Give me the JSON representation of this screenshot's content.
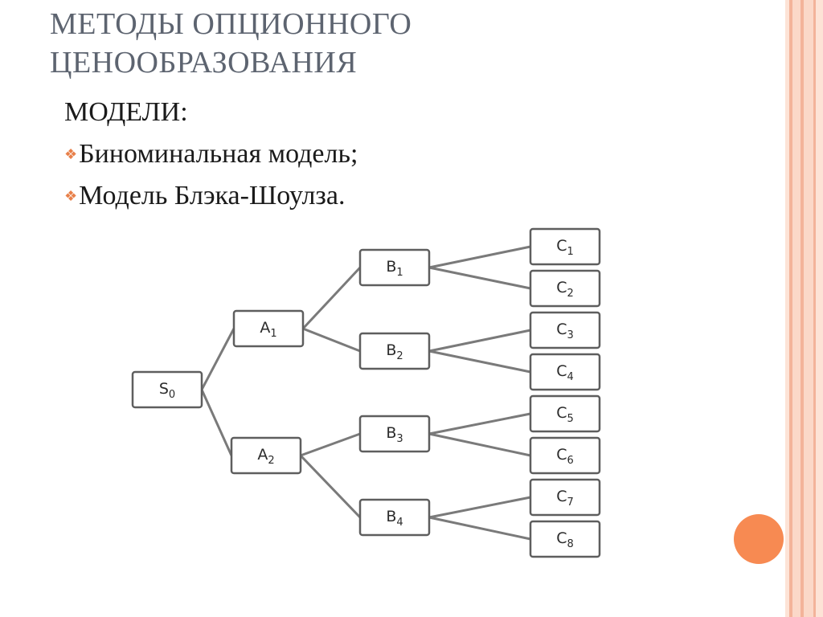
{
  "slide": {
    "title_lines": [
      "МЕТОДЫ ОПЦИОННОГО",
      "ЦЕНООБРАЗОВАНИЯ"
    ],
    "heading": "МОДЕЛИ:",
    "bullets": [
      {
        "icon": "diamond-bullet-icon",
        "text": "Биноминальная модель;"
      },
      {
        "icon": "diamond-bullet-icon",
        "text": "Модель Блэка-Шоулза."
      }
    ]
  },
  "colors": {
    "accent": "#f78a52",
    "bullet": "#e8804a",
    "stripe_light": "#fbd8c8",
    "stripe_mid": "#f3b39a",
    "title": "#5d6470",
    "node_border": "#5e5e5e",
    "edge": "#7a7a7a"
  },
  "tree": {
    "nodes": [
      {
        "id": "S0",
        "base": "S",
        "sub": "0"
      },
      {
        "id": "A1",
        "base": "A",
        "sub": "1"
      },
      {
        "id": "A2",
        "base": "A",
        "sub": "2"
      },
      {
        "id": "B1",
        "base": "B",
        "sub": "1"
      },
      {
        "id": "B2",
        "base": "B",
        "sub": "2"
      },
      {
        "id": "B3",
        "base": "B",
        "sub": "3"
      },
      {
        "id": "B4",
        "base": "B",
        "sub": "4"
      },
      {
        "id": "C1",
        "base": "C",
        "sub": "1"
      },
      {
        "id": "C2",
        "base": "C",
        "sub": "2"
      },
      {
        "id": "C3",
        "base": "C",
        "sub": "3"
      },
      {
        "id": "C4",
        "base": "C",
        "sub": "4"
      },
      {
        "id": "C5",
        "base": "C",
        "sub": "5"
      },
      {
        "id": "C6",
        "base": "C",
        "sub": "6"
      },
      {
        "id": "C7",
        "base": "C",
        "sub": "7"
      },
      {
        "id": "C8",
        "base": "C",
        "sub": "8"
      }
    ],
    "edges": [
      [
        "S0",
        "A1"
      ],
      [
        "S0",
        "A2"
      ],
      [
        "A1",
        "B1"
      ],
      [
        "A1",
        "B2"
      ],
      [
        "A2",
        "B3"
      ],
      [
        "A2",
        "B4"
      ],
      [
        "B1",
        "C1"
      ],
      [
        "B1",
        "C2"
      ],
      [
        "B2",
        "C3"
      ],
      [
        "B2",
        "C4"
      ],
      [
        "B3",
        "C5"
      ],
      [
        "B3",
        "C6"
      ],
      [
        "B4",
        "C7"
      ],
      [
        "B4",
        "C8"
      ]
    ]
  }
}
